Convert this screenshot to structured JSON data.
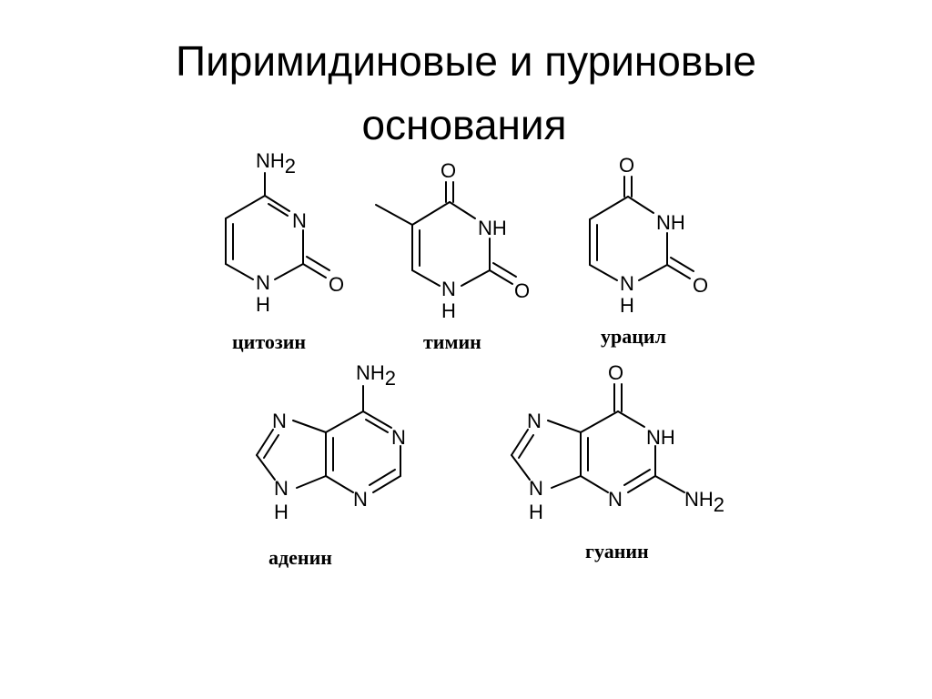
{
  "slide": {
    "title_line_1": "Пиримидиновые и пуриновые",
    "title_line_2": "основания"
  },
  "molecules": {
    "cytosine": "цитозин",
    "thymine": "тимин",
    "uracil": "урацил",
    "adenine": "аденин",
    "guanine": "гуанин"
  },
  "atoms": {
    "N": "N",
    "NH": "NH",
    "H": "H",
    "O": "O",
    "NH2_base": "NH",
    "NH2_sub": "2"
  }
}
